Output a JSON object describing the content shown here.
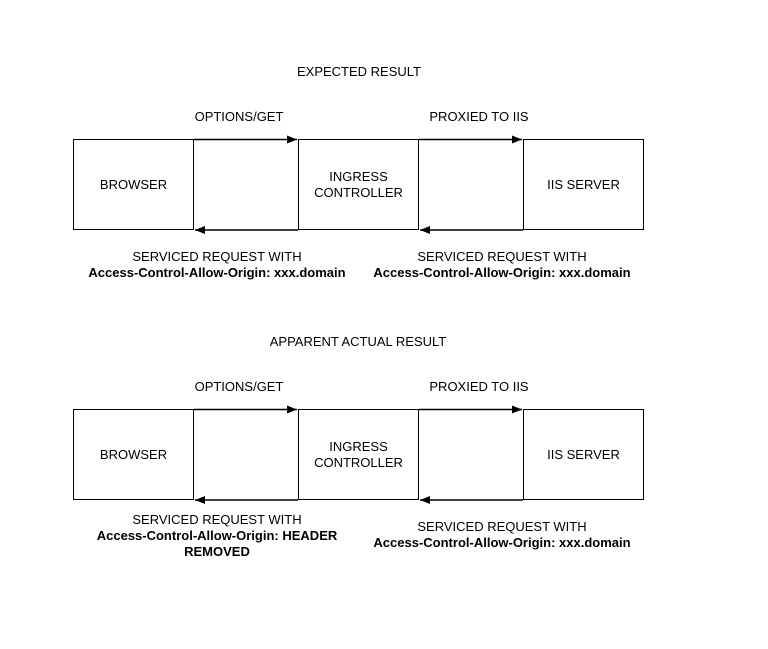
{
  "sections": [
    {
      "title": "EXPECTED RESULT",
      "browser": "BROWSER",
      "ingress_line1": "INGRESS",
      "ingress_line2": "CONTROLLER",
      "iis": "IIS SERVER",
      "left_request": "OPTIONS/GET",
      "right_request": "PROXIED TO IIS",
      "left_response_line1": "SERVICED REQUEST WITH",
      "left_response_line2": "Access-Control-Allow-Origin: xxx.domain",
      "left_response_line3": "",
      "right_response_line1": "SERVICED REQUEST WITH",
      "right_response_line2": "Access-Control-Allow-Origin: xxx.domain"
    },
    {
      "title": "APPARENT ACTUAL RESULT",
      "browser": "BROWSER",
      "ingress_line1": "INGRESS",
      "ingress_line2": "CONTROLLER",
      "iis": "IIS SERVER",
      "left_request": "OPTIONS/GET",
      "right_request": "PROXIED TO IIS",
      "left_response_line1": "SERVICED REQUEST WITH",
      "left_response_line2": "Access-Control-Allow-Origin: HEADER",
      "left_response_line3": "REMOVED",
      "right_response_line1": "SERVICED REQUEST WITH",
      "right_response_line2": "Access-Control-Allow-Origin: xxx.domain"
    }
  ],
  "colors": {
    "line": "#000000",
    "background": "#ffffff"
  }
}
